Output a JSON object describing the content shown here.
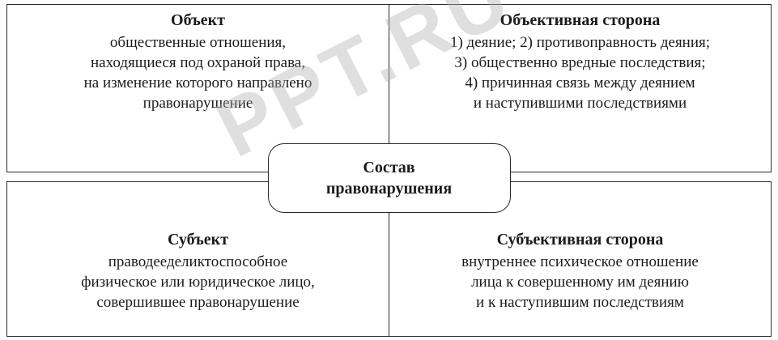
{
  "diagram": {
    "center": {
      "label": "Состав\nправонарушения"
    },
    "watermark": "PPT.RU",
    "quadrants": [
      {
        "id": "object",
        "title": "Объект",
        "body": "общественные отношения,\nнаходящиеся под охраной права,\nна изменение которого направлено\nправонарушение"
      },
      {
        "id": "objective-side",
        "title": "Объективная сторона",
        "body": "1) деяние; 2) противоправность деяния;\n3) общественно вредные последствия;\n4) причинная связь между деянием\nи наступившими последствиями"
      },
      {
        "id": "subject",
        "title": "Субъект",
        "body": "праводееделиктоспособное\nфизическое или юридическое лицо,\nсовершившее правонарушение"
      },
      {
        "id": "subjective-side",
        "title": "Субъективная сторона",
        "body": "внутреннее психическое отношение\nлица к совершенному им деянию\nи к наступившим последствиям"
      }
    ]
  }
}
